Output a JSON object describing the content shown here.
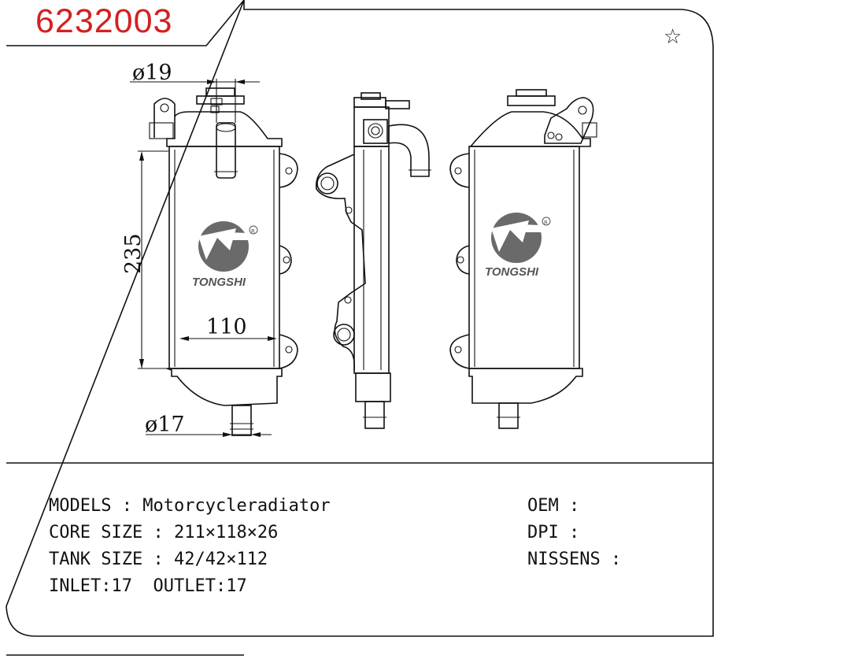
{
  "header": {
    "part_number": "6232003"
  },
  "favorite_icon": "star-outline-icon",
  "dimensions": {
    "top_pipe": "ø19",
    "height": "235",
    "width": "110",
    "bottom_pipe": "ø17"
  },
  "logo": {
    "brand": "TONGSHI",
    "registered_mark": "R"
  },
  "specs": {
    "models": {
      "label": "MODELS",
      "value": "Motorcycleradiator"
    },
    "core_size": {
      "label": "CORE SIZE",
      "value": "211×118×26"
    },
    "tank_size": {
      "label": "TANK SIZE",
      "value": "42/42×112"
    },
    "inlet": {
      "label": "INLET",
      "value": "17"
    },
    "outlet": {
      "label": "OUTLET",
      "value": "17"
    }
  },
  "refs": {
    "oem": {
      "label": "OEM",
      "value": ""
    },
    "dpi": {
      "label": "DPI",
      "value": ""
    },
    "nissens": {
      "label": "NISSENS",
      "value": ""
    }
  },
  "colors": {
    "part_number": "#d42020",
    "lines": "#111111"
  }
}
